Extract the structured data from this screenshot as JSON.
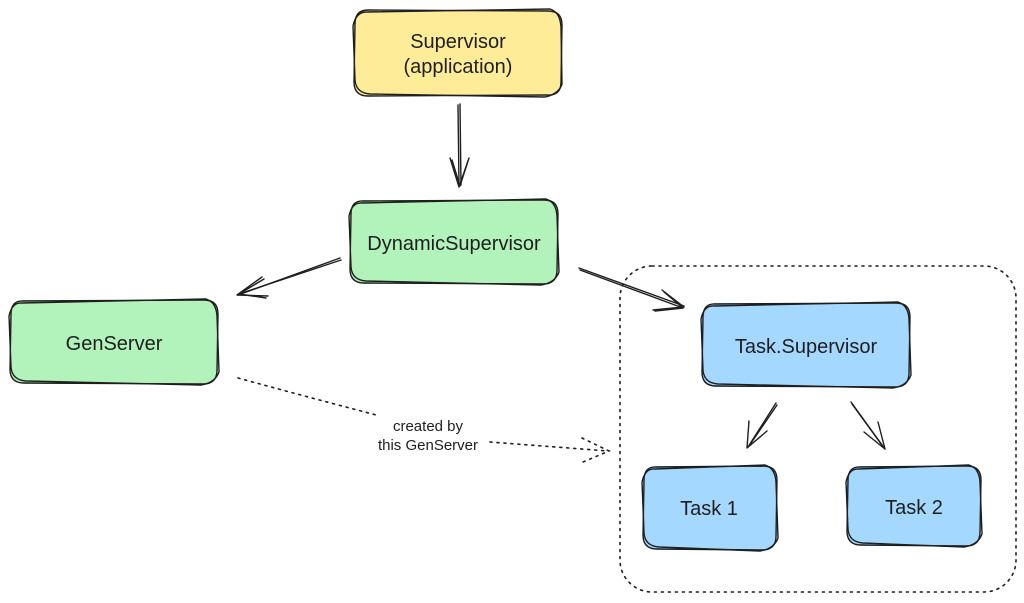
{
  "colors": {
    "supervisor_fill": "#ffec99",
    "dynamic_fill": "#b2f2bb",
    "genserver_fill": "#b2f2bb",
    "task_fill": "#a5d8ff",
    "stroke": "#1e1e1e"
  },
  "nodes": {
    "supervisor": {
      "line1": "Supervisor",
      "line2": "(application)"
    },
    "dynamic_supervisor": {
      "label": "DynamicSupervisor"
    },
    "genserver": {
      "label": "GenServer"
    },
    "task_supervisor": {
      "label": "Task.Supervisor"
    },
    "task1": {
      "label": "Task 1"
    },
    "task2": {
      "label": "Task 2"
    }
  },
  "edges": {
    "created_by": {
      "line1": "created by",
      "line2": "this GenServer"
    }
  }
}
